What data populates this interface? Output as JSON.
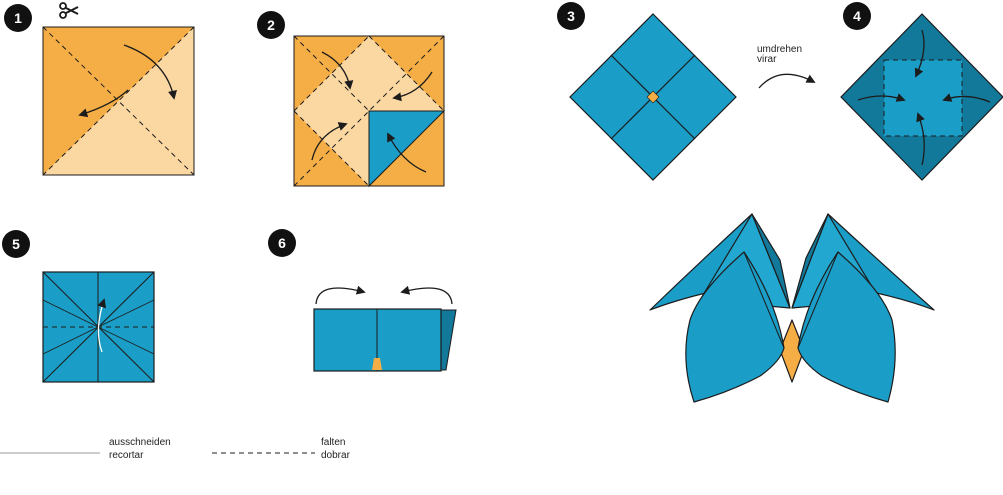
{
  "steps": [
    "1",
    "2",
    "3",
    "4",
    "5",
    "6"
  ],
  "labels": {
    "turn_de": "umdrehen",
    "turn_pt": "virar"
  },
  "legend": {
    "cut_de": "ausschneiden",
    "cut_pt": "recortar",
    "fold_de": "falten",
    "fold_pt": "dobrar"
  },
  "icons": {
    "scissors": "scissors-icon"
  },
  "colors": {
    "orange": "#F5AE45",
    "orange_light": "#FBD7A2",
    "blue": "#1A9DC6",
    "blue_dark": "#13799A",
    "ink": "#1c1c1c"
  }
}
